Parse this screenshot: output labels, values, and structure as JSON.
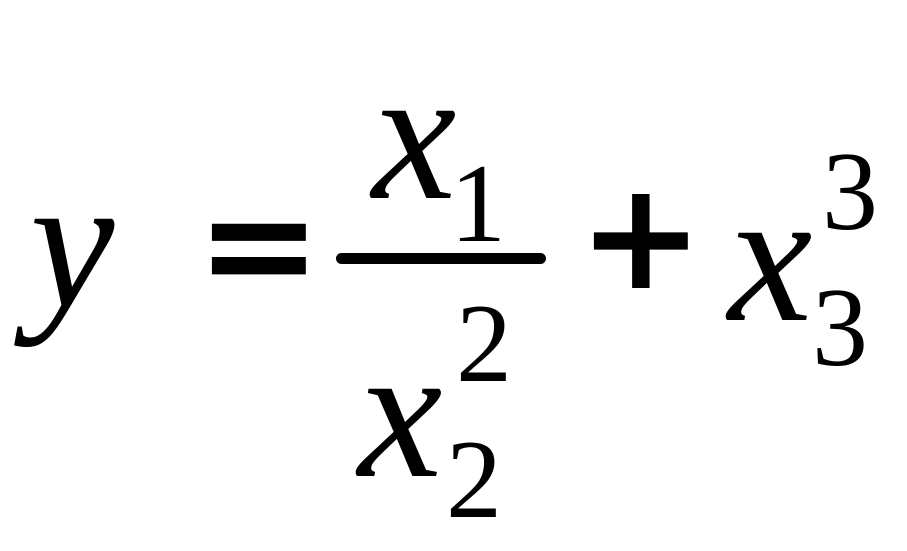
{
  "equation": {
    "lhs": {
      "var": "y"
    },
    "equals": "=",
    "fraction": {
      "numerator": {
        "var": "x",
        "subscript": "1"
      },
      "denominator": {
        "var": "x",
        "subscript": "2",
        "superscript": "2"
      }
    },
    "plus": "+",
    "term": {
      "var": "x",
      "subscript": "3",
      "superscript": "3"
    }
  }
}
